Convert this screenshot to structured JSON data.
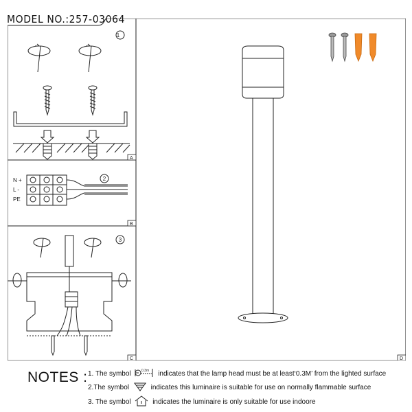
{
  "header": {
    "model_label": "MODEL NO.:257-03064"
  },
  "panels": {
    "a": {
      "step": "1",
      "letter": "A"
    },
    "b": {
      "step": "2",
      "letter": "B",
      "wires": [
        "N +",
        "L -",
        "PE"
      ]
    },
    "c": {
      "step": "3",
      "letter": "C"
    },
    "d": {
      "letter": "D"
    }
  },
  "notes": {
    "title": "NOTES :",
    "items": [
      {
        "prefix": "1. The symbol",
        "symbol_text": "0.3m",
        "suffix": "indicates that the lamp head must be at least‘0.3M’ from the lighted surface"
      },
      {
        "prefix": "2.The symbol",
        "suffix": "indicates this luminaire is suitable for use on normally flammable surface"
      },
      {
        "prefix": "3. The symbol",
        "suffix": "indicates the luminaire is only suitable for use indoore"
      }
    ]
  },
  "colors": {
    "anchor": "#f08a2a",
    "screw": "#9a9a9a",
    "line": "#222222"
  }
}
